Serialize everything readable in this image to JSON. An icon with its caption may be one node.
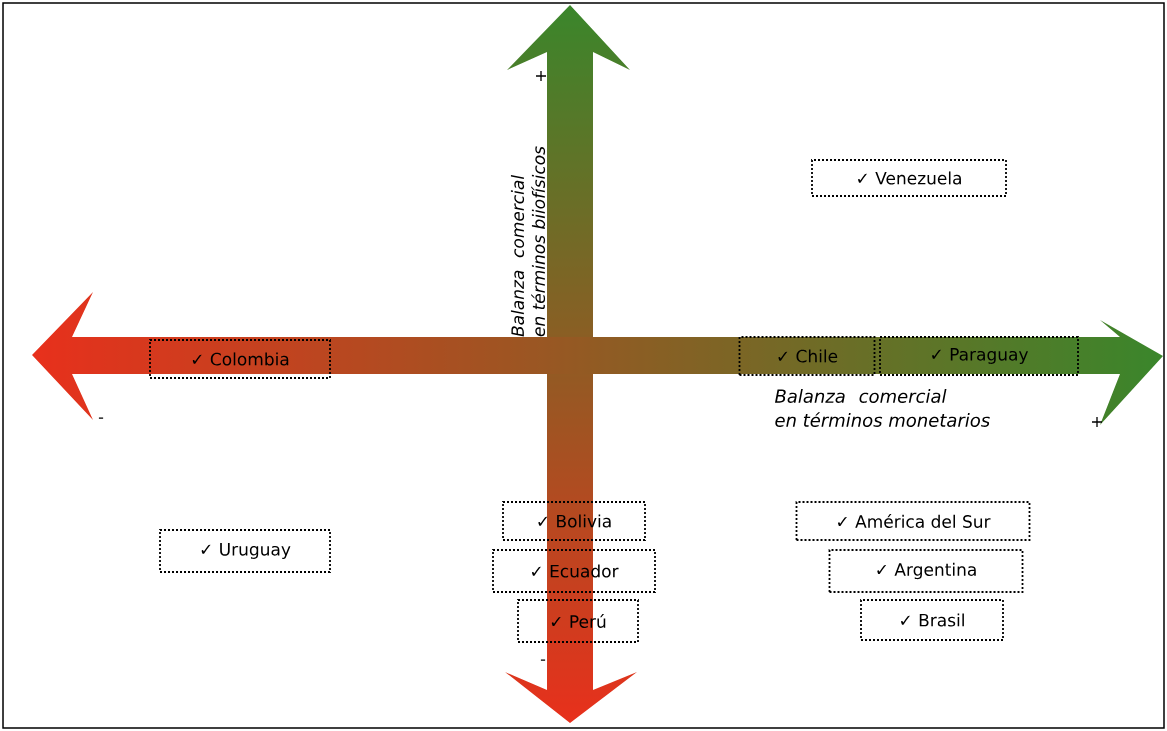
{
  "diagram": {
    "nodes": [
      {
        "text": [
          "✓ Venezuela"
        ]
      },
      {
        "text": [
          "✓ Colombia"
        ]
      },
      {
        "text": [
          "✓ Chile"
        ]
      },
      {
        "text": [
          "✓ Paraguay"
        ]
      },
      {
        "text": [
          "✓ Bolivia"
        ]
      },
      {
        "text": [
          "✓ América del Sur"
        ]
      },
      {
        "text": [
          "✓ Uruguay"
        ]
      },
      {
        "text": [
          "✓ Ecuador"
        ]
      },
      {
        "text": [
          "✓ Argentina"
        ]
      },
      {
        "text": [
          "✓ Perú"
        ]
      },
      {
        "text": [
          "✓ Brasil"
        ]
      }
    ],
    "labels": [
      "+",
      "Balanza comercial en términos biiofísicos",
      "-",
      "Balanza comercial en términos monetarios",
      "+",
      "-"
    ]
  }
}
